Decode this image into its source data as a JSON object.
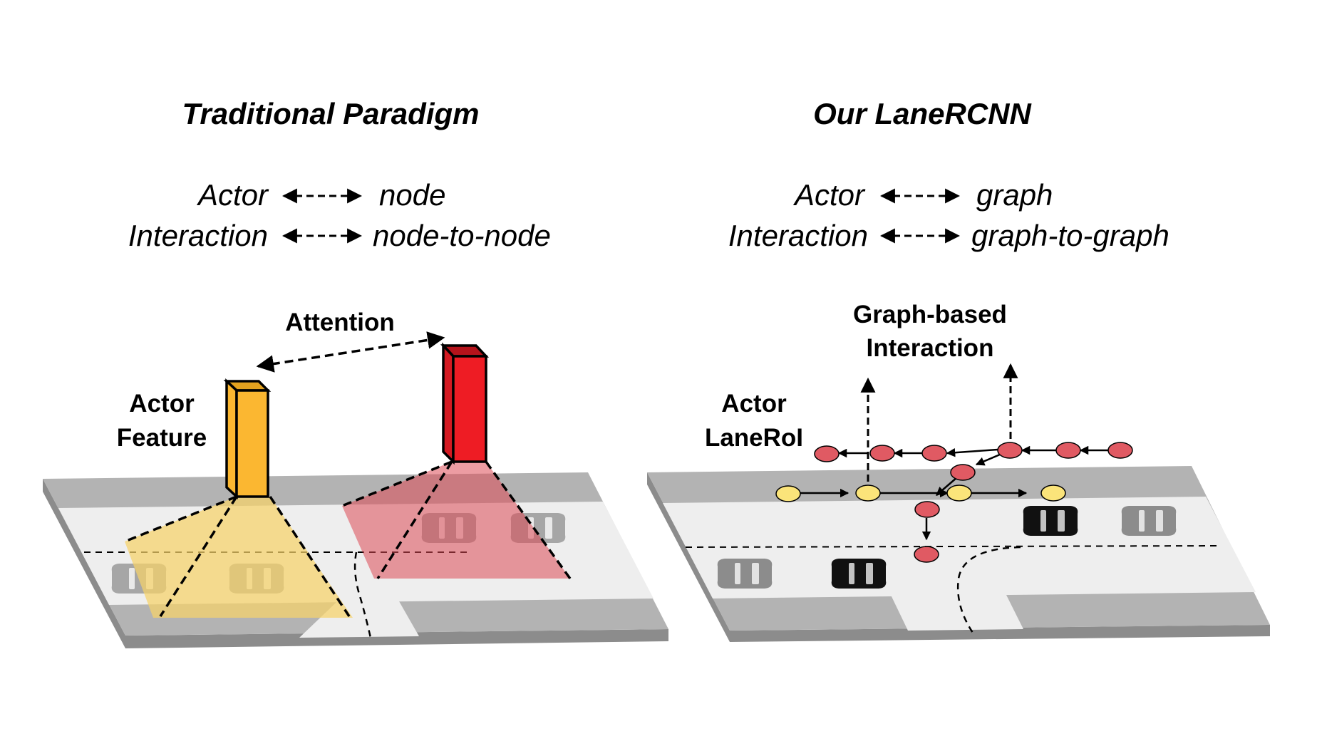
{
  "left": {
    "title": "Traditional Paradigm",
    "mapping": [
      {
        "term": "Actor",
        "target": "node"
      },
      {
        "term": "Interaction",
        "target": "node-to-node"
      }
    ],
    "attention_label": "Attention",
    "feature_label": [
      "Actor",
      "Feature"
    ]
  },
  "right": {
    "title": "Our LaneRCNN",
    "mapping": [
      {
        "term": "Actor",
        "target": "graph"
      },
      {
        "term": "Interaction",
        "target": "graph-to-graph"
      }
    ],
    "interaction_label": [
      "Graph-based",
      "Interaction"
    ],
    "laneroi_label": [
      "Actor",
      "LaneRoI"
    ]
  },
  "colors": {
    "road": "#eeeeee",
    "sidewalk": "#b3b3b3",
    "platform_edge": "#8c8c8c",
    "actor_feature": "#fbb731",
    "actor_feature_highlight": "#ffd24d",
    "attention_red": "#ee1c24",
    "graph_node_red": "#e05a63",
    "graph_node_yellow": "#fbe47a"
  }
}
